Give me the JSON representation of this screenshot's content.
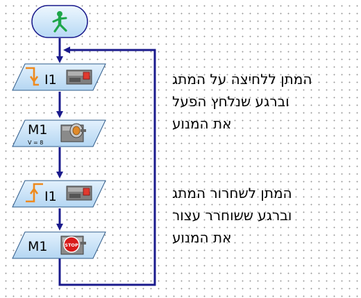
{
  "colors": {
    "flow_line": "#1a1a8c",
    "block_fill": "#c9e4fb",
    "block_stroke": "#2f5b8a",
    "start_fill": "#d6ecfc",
    "edge_arrow": "#ee8a1e",
    "stop_red": "#d81a1a",
    "runner_green": "#1fa64a"
  },
  "start": {
    "icon": "green-walking-figure-icon"
  },
  "steps": [
    {
      "label": "I1",
      "kind": "wait-input",
      "edge": "falling",
      "icon": "push-button-switch-icon"
    },
    {
      "label": "M1",
      "sub": "V = 8",
      "kind": "motor-on",
      "icon": "motor-icon"
    },
    {
      "label": "I1",
      "kind": "wait-input",
      "edge": "rising",
      "icon": "push-button-switch-icon"
    },
    {
      "label": "M1",
      "kind": "motor-stop",
      "icon": "motor-stop-icon",
      "stop_text": "STOP"
    }
  ],
  "notes": [
    {
      "lines": [
        "המתן ללחיצה על המתג",
        "וברגע שנלחץ הפעל",
        "את המנוע"
      ]
    },
    {
      "lines": [
        "המתן לשחרור המתג",
        "וברגע ששוחרר עצור",
        "את המנוע"
      ]
    }
  ]
}
